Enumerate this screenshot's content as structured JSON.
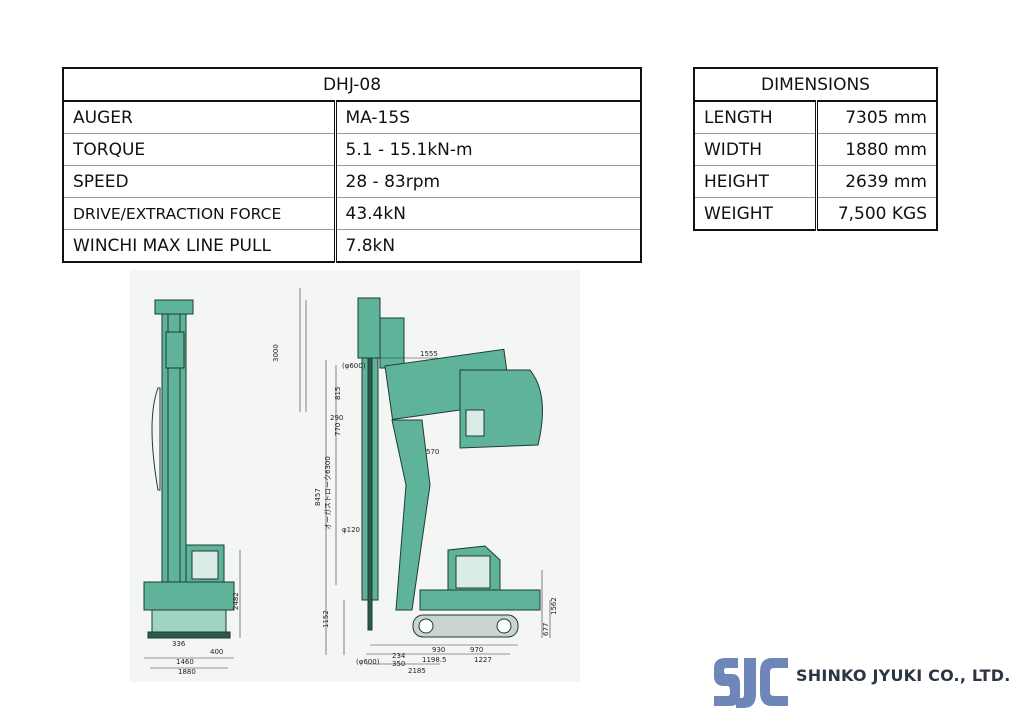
{
  "spec_table": {
    "title": "DHJ-08",
    "rows": [
      {
        "label": "AUGER",
        "value": "MA-15S"
      },
      {
        "label": "TORQUE",
        "value": "5.1 - 15.1kN-m"
      },
      {
        "label": "SPEED",
        "value": "28 - 83rpm"
      },
      {
        "label": "DRIVE/EXTRACTION FORCE",
        "value": "43.4kN"
      },
      {
        "label": "WINCHI MAX LINE PULL",
        "value": "7.8kN"
      }
    ]
  },
  "dimensions_table": {
    "title": "DIMENSIONS",
    "rows": [
      {
        "label": "LENGTH",
        "value": "7305 mm"
      },
      {
        "label": "WIDTH",
        "value": "1880 mm"
      },
      {
        "label": "HEIGHT",
        "value": "2639 mm"
      },
      {
        "label": "WEIGHT",
        "value": "7,500 KGS"
      }
    ]
  },
  "drawing": {
    "machine_color": "#5fb39a",
    "dimension_labels": {
      "d3000": "3000",
      "d1555": "1555",
      "d815": "815",
      "d770": "770",
      "d290": "290",
      "d570": "570",
      "d8457": "8457",
      "stroke": "オーガストローク6300",
      "dia120": "φ120",
      "dia600_top": "(φ600)",
      "d2482": "2482",
      "d1152": "1152",
      "d336": "336",
      "d400": "400",
      "d1460": "1460",
      "d1880": "1880",
      "dia600_bottom": "(φ600)",
      "d234": "234",
      "d930": "930",
      "d970": "970",
      "d350": "350",
      "d1198": "1198.5",
      "d1227": "1227",
      "d2185": "2185",
      "d1562": "1562",
      "d677": "677"
    }
  },
  "company": {
    "logo_text": "SJC",
    "name": "SHINKO JYUKI CO., LTD.",
    "logo_color": "#6f86b8"
  }
}
